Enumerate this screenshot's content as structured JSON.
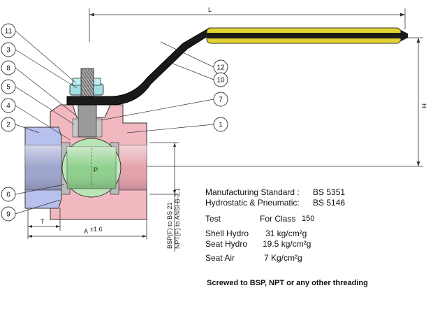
{
  "drawing": {
    "dimension_labels": {
      "L": "L",
      "H": "H",
      "T": "T",
      "A": "A",
      "A_tolerance": "±1.6",
      "thread_bsp": "BSP(F) to BS 21",
      "thread_npt": "NPT(F) to ANSI-B-2.1"
    },
    "callouts": [
      {
        "id": "11",
        "label": "11"
      },
      {
        "id": "3",
        "label": "3"
      },
      {
        "id": "8",
        "label": "8"
      },
      {
        "id": "5",
        "label": "5"
      },
      {
        "id": "4",
        "label": "4"
      },
      {
        "id": "2",
        "label": "2"
      },
      {
        "id": "6",
        "label": "6"
      },
      {
        "id": "9",
        "label": "9"
      },
      {
        "id": "7",
        "label": "7"
      },
      {
        "id": "1",
        "label": "1"
      },
      {
        "id": "12",
        "label": "12"
      },
      {
        "id": "10",
        "label": "10"
      }
    ],
    "colors": {
      "body_pink": "#f2b8c0",
      "end_blue": "#b8c0ee",
      "ball_green": "#b9e6b6",
      "seat_grey": "#bbbbbb",
      "stem_grey": "#9a9a9a",
      "gland_cyan": "#9fe0e2",
      "handle_black": "#1a1a1a",
      "grip_yellow": "#e3d331"
    }
  },
  "specs": {
    "manufacturing_label": "Manufacturing Standard :",
    "manufacturing_value": "BS 5351",
    "hydrostatic_label": "Hydrostatic & Pneumatic:",
    "hydrostatic_value": "BS 5146",
    "test_label": "Test",
    "class_label": "For Class",
    "class_value": "150",
    "shell_label": "Shell Hydro",
    "shell_value": "31 kg/cm²g",
    "seat_hydro_label": "Seat Hydro",
    "seat_hydro_value": "19.5 kg/cm²g",
    "seat_air_label": "Seat Air",
    "seat_air_value": "7 Kg/cm²g",
    "note": "Screwed to BSP, NPT or any other threading"
  }
}
